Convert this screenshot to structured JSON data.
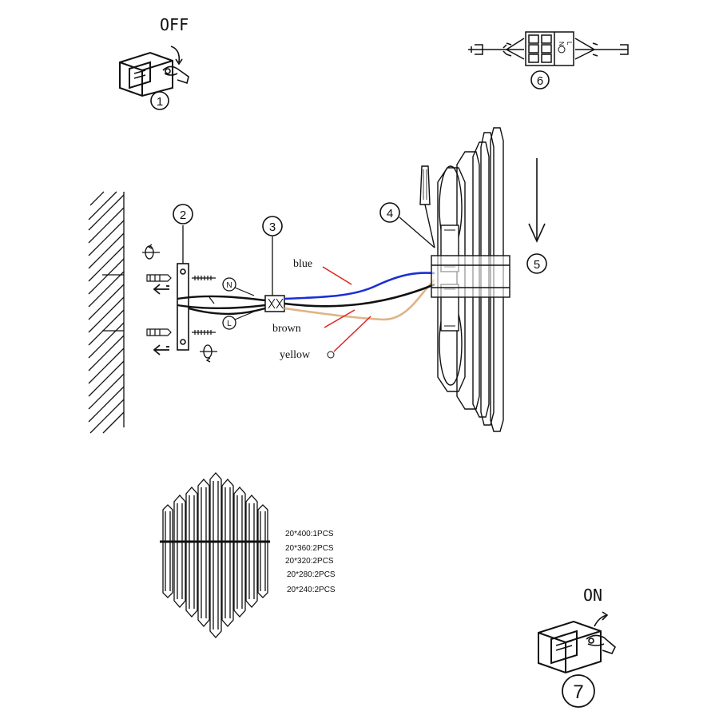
{
  "steps": {
    "off": {
      "label": "OFF",
      "number": "1"
    },
    "bracket": {
      "number": "2"
    },
    "connector": {
      "number": "3"
    },
    "screw": {
      "number": "4"
    },
    "mount": {
      "number": "5"
    },
    "terminal": {
      "number": "6",
      "markings": [
        "N",
        "⏚",
        "L"
      ]
    },
    "on": {
      "label": "ON",
      "number": "7"
    }
  },
  "terminals": {
    "neutral": "N",
    "live": "L"
  },
  "wires": {
    "blue": "blue",
    "brown": "brown",
    "yellow": "yellow"
  },
  "colors": {
    "blue_wire": "#1a2fd6",
    "brown_wire": "#e0b486",
    "red_pointer": "#e02020",
    "line": "#111111"
  },
  "parts_list": [
    "20*400:1PCS",
    "20*360:2PCS",
    "20*320:2PCS",
    "20*280:2PCS",
    "20*240:2PCS"
  ],
  "icons": [
    "wall-switch-icon",
    "hand-icon",
    "screwdriver-icon",
    "ground-symbol-icon",
    "down-arrow-icon",
    "rotate-arrow-icon"
  ]
}
